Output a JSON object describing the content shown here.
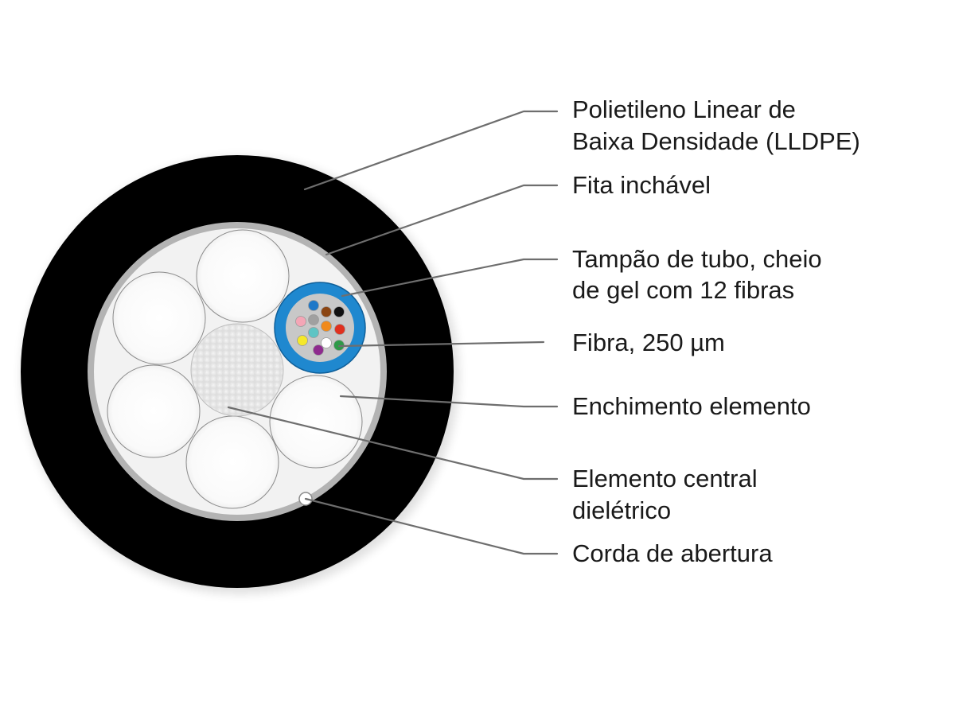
{
  "labels": {
    "lldpe_line1": "Polietileno Linear de",
    "lldpe_line2": "Baixa Densidade (LLDPE)",
    "swell_tape": "Fita inchável",
    "tube_line1": "Tampão de tubo, cheio",
    "tube_line2": "de gel com 12 fibras",
    "fiber": "Fibra, 250 µm",
    "filler": "Enchimento elemento",
    "central_line1": "Elemento central",
    "central_line2": "dielétrico",
    "ripcord": "Corda de abertura"
  },
  "colors": {
    "jacket": "#000000",
    "tape": "#b3b3b3",
    "core": "#f2f2f2",
    "tube": "#1f88cf",
    "leader": "#6e6e6e",
    "fibers": [
      "#1f78c8",
      "#8b4513",
      "#111111",
      "#f4a6b6",
      "#a0a0a0",
      "#f08a1c",
      "#e0301e",
      "#f5e82a",
      "#5ec4c4",
      "#ffffff",
      "#8e2a8e",
      "#2e9a48"
    ]
  }
}
